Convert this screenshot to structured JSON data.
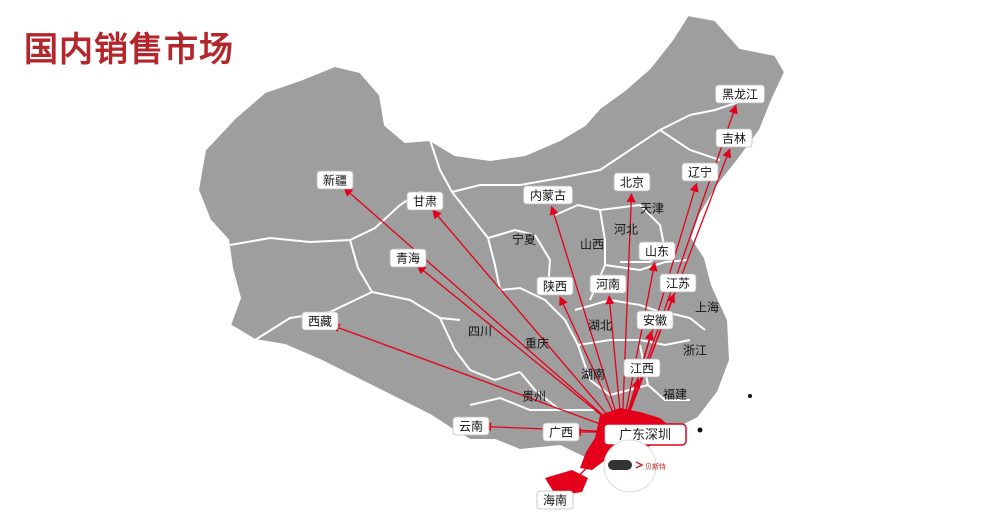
{
  "title": "国内销售市场",
  "colors": {
    "title": "#b3262b",
    "land": "#9e9e9e",
    "border": "#ffffff",
    "highlight": "#e4001b",
    "arrow": "#e4001b"
  },
  "hub": {
    "label": "广东深圳"
  },
  "logo": {
    "name": "chevron-logo-icon",
    "text": "贝斯特"
  },
  "provinces": [
    {
      "id": "xinjiang",
      "label": "新疆",
      "target": true
    },
    {
      "id": "xizang",
      "label": "西藏",
      "target": true
    },
    {
      "id": "gansu",
      "label": "甘肃",
      "target": true
    },
    {
      "id": "qinghai",
      "label": "青海",
      "target": true
    },
    {
      "id": "neimenggu",
      "label": "内蒙古",
      "target": true
    },
    {
      "id": "ningxia",
      "label": "宁夏",
      "target": false
    },
    {
      "id": "shanxi",
      "label": "山西",
      "target": false
    },
    {
      "id": "shaanxi",
      "label": "陕西",
      "target": true
    },
    {
      "id": "sichuan",
      "label": "四川",
      "target": false
    },
    {
      "id": "chongqing",
      "label": "重庆",
      "target": false
    },
    {
      "id": "guizhou",
      "label": "贵州",
      "target": false
    },
    {
      "id": "yunnan",
      "label": "云南",
      "target": true
    },
    {
      "id": "guangxi",
      "label": "广西",
      "target": true
    },
    {
      "id": "hainan",
      "label": "海南",
      "target": true
    },
    {
      "id": "hunan",
      "label": "湖南",
      "target": false
    },
    {
      "id": "hubei",
      "label": "湖北",
      "target": false
    },
    {
      "id": "henan",
      "label": "河南",
      "target": true
    },
    {
      "id": "hebei",
      "label": "河北",
      "target": false
    },
    {
      "id": "beijing",
      "label": "北京",
      "target": true
    },
    {
      "id": "tianjin",
      "label": "天津",
      "target": false
    },
    {
      "id": "shandong",
      "label": "山东",
      "target": true
    },
    {
      "id": "jiangsu",
      "label": "江苏",
      "target": true
    },
    {
      "id": "anhui",
      "label": "安徽",
      "target": true
    },
    {
      "id": "shanghai",
      "label": "上海",
      "target": false
    },
    {
      "id": "zhejiang",
      "label": "浙江",
      "target": false
    },
    {
      "id": "jiangxi",
      "label": "江西",
      "target": true
    },
    {
      "id": "fujian",
      "label": "福建",
      "target": false
    },
    {
      "id": "liaoning",
      "label": "辽宁",
      "target": true
    },
    {
      "id": "jilin",
      "label": "吉林",
      "target": true
    },
    {
      "id": "heilongjiang",
      "label": "黑龙江",
      "target": true
    }
  ]
}
